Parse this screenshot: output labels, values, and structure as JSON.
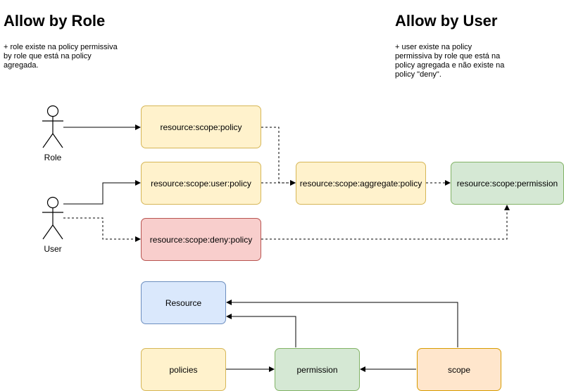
{
  "headings": {
    "role": "Allow by Role",
    "user": "Allow by User"
  },
  "notes": {
    "role": "+  role existe na policy permissiva\nby role que está na policy\nagregada.",
    "user": "+  user existe na policy\npermissiva by role que está na\npolicy agregada e não existe na\npolicy \"deny\"."
  },
  "actors": {
    "role": "Role",
    "user": "User"
  },
  "nodes": {
    "scope_policy": "resource:scope:policy",
    "scope_user_policy": "resource:scope:user:policy",
    "scope_deny_policy": "resource:scope:deny:policy",
    "scope_aggregate_policy": "resource:scope:aggregate:policy",
    "scope_permission": "resource:scope:permission",
    "resource": "Resource",
    "policies": "policies",
    "permission": "permission",
    "scope": "scope"
  },
  "colors": {
    "yellow_fill": "#fff2cc",
    "red_fill": "#f8cecc",
    "green_fill": "#d5e8d4",
    "blue_fill": "#dae8fc",
    "orange_fill": "#ffe6cc"
  }
}
